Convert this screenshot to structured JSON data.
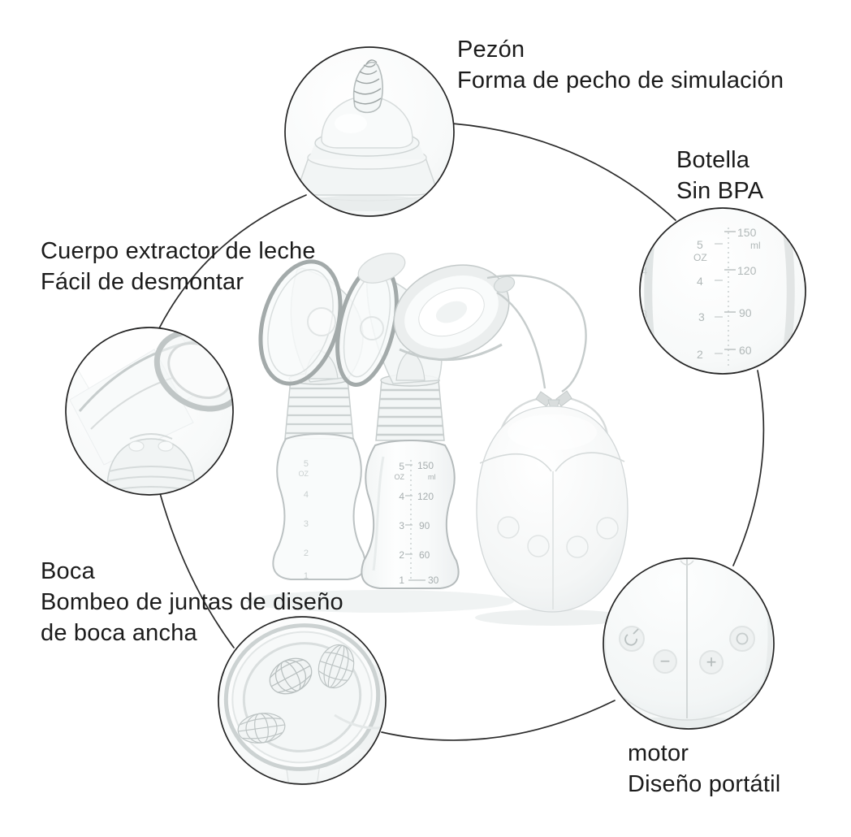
{
  "colors": {
    "background": "#ffffff",
    "line": "#2b2b2b",
    "text": "#1b1b1b",
    "scale_text": "#a7aeaf",
    "inset_scale_text": "#b1b8b8"
  },
  "callouts": {
    "pezon": {
      "title": "Pezón",
      "subtitle": "Forma de pecho de simulación"
    },
    "botella": {
      "title": "Botella",
      "subtitle": "Sin BPA"
    },
    "cuerpo": {
      "title": "Cuerpo extractor de leche",
      "subtitle": "Fácil de desmontar"
    },
    "boca": {
      "title": "Boca",
      "subtitle": "Bombeo de juntas de diseño",
      "subtitle2": "de boca ancha"
    },
    "motor": {
      "title": "motor",
      "subtitle": "Diseño portátil"
    }
  },
  "bottle_scale": {
    "oz_values": [
      "5",
      "4",
      "3",
      "2",
      "1"
    ],
    "oz_unit": "OZ",
    "ml_values": [
      "150",
      "120",
      "90",
      "60",
      "30"
    ],
    "ml_unit": "ml"
  },
  "motor_controls": {
    "minus": "−",
    "plus": "+"
  }
}
